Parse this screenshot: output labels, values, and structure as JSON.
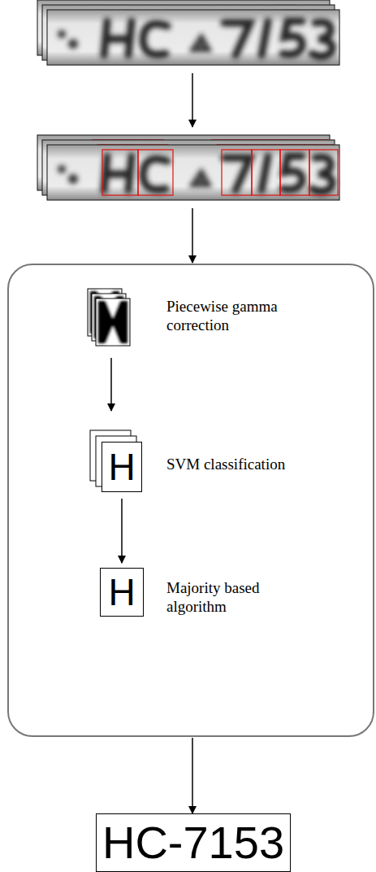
{
  "diagram": {
    "nodes": [
      {
        "text": [
          "H"
        ]
      },
      {
        "text": [
          "H"
        ]
      },
      {
        "text": [
          "HC-7153"
        ]
      }
    ],
    "edges": [
      {
        "from": 0,
        "to": 1,
        "arrow": "to"
      }
    ],
    "labels": [
      "Piecewise gamma correction",
      "SVM classification",
      "Majority based algorithm"
    ]
  }
}
